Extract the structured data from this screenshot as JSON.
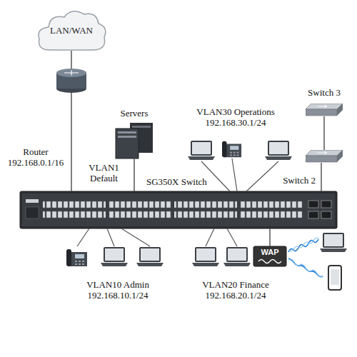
{
  "diagram": {
    "nodes": [
      {
        "text": [
          "LAN/WAN"
        ]
      },
      {
        "text": [
          "Router 192.168.0.1/16"
        ]
      },
      {
        "text": [
          "Servers"
        ]
      },
      {
        "text": [
          "Switch 3"
        ]
      },
      {
        "text": [
          "SG350X Switch"
        ]
      },
      {
        "text": [
          "Switch 2"
        ]
      },
      {
        "text": [
          "WAP"
        ]
      }
    ],
    "edges": [
      {
        "from": 0,
        "to": 1,
        "arrow": "none"
      },
      {
        "from": 1,
        "to": 4,
        "arrow": "none"
      },
      {
        "from": 2,
        "to": 4,
        "arrow": "none"
      },
      {
        "from": 3,
        "to": 5,
        "arrow": "none"
      },
      {
        "from": 5,
        "to": 4,
        "arrow": "none"
      },
      {
        "from": 6,
        "to": 4,
        "arrow": "none"
      }
    ],
    "labels": [
      "VLAN1 Default",
      "VLAN30 Operations 192.168.30.1/24",
      "VLAN10 Admin 192.168.10.1/24",
      "VLAN20 Finance 192.168.20.1/24"
    ]
  }
}
